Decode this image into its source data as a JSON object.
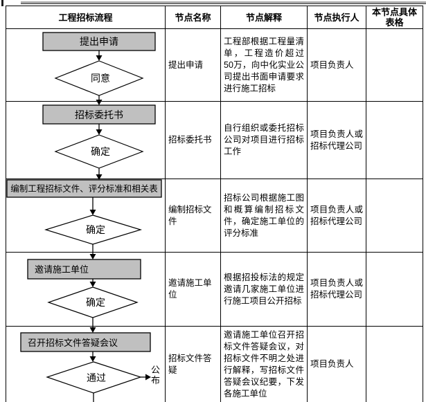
{
  "table": {
    "headers": [
      "工程招标流程",
      "节点名称",
      "节点解释",
      "节点执行人",
      "本节点具体表格"
    ],
    "rows": [
      {
        "name": "提出申请",
        "explanation": "工程部根据工程量清单，工程造价超过 50万，向中化实业公司提出书面申请要求进行施工招标",
        "executor": "项目负责人",
        "forms": ""
      },
      {
        "name": "招标委托书",
        "explanation": "自行组织或委托招标公司对项目进行招标工作",
        "executor": "项目负责人或招标代理公司",
        "forms": ""
      },
      {
        "name": "编制招标文件",
        "explanation": "招标公司根据施工图和概算编制招标文件，确定施工单位的评分标准",
        "executor": "项目负责人或招标代理公司",
        "forms": ""
      },
      {
        "name": "邀请施工单位",
        "explanation": "根据招投标法的规定邀请几家施工单位进行施工项目公开招标",
        "executor": "项目负责人或招标代理公司",
        "forms": ""
      },
      {
        "name": "招标文件答疑",
        "explanation": "邀请施工单位召开招标文件答疑会议，对招标文件不明之处进行解释，写招标文件答疑会议纪要，下发各施工单位",
        "executor": "项目负责人",
        "forms": ""
      }
    ]
  },
  "flowchart": {
    "steps": {
      "submit_request": "提出申请",
      "agree": "同意",
      "commission_letter": "招标委托书",
      "confirm1": "确定",
      "prepare_documents": "编制工程招标文件、评分标准和相关表",
      "confirm2": "确定",
      "invite_contractors": "邀请施工单位",
      "confirm3": "确定",
      "qa_meeting": "召开招标文件答疑会议",
      "pass": "通过",
      "publish": "公布"
    }
  },
  "colors": {
    "node_fill": "#c0c0c0",
    "node_border": "#000000",
    "table_border": "#000000",
    "background": "#ffffff"
  }
}
